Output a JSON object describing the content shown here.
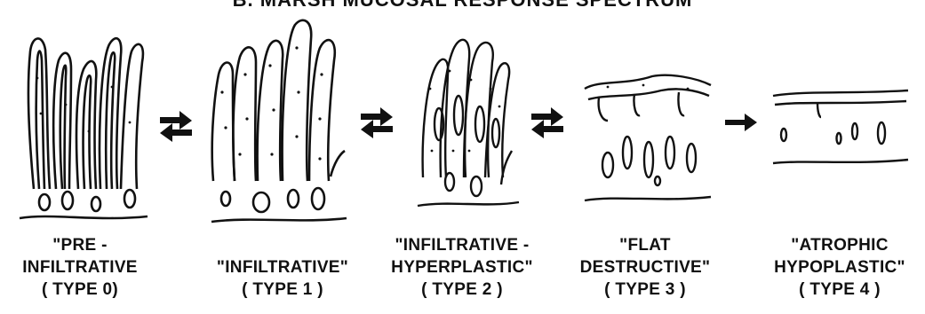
{
  "title_fragment": "B. MARSH MUCOSAL RESPONSE SPECTRUM",
  "stages": [
    {
      "id": "type0",
      "line1": "\"PRE -",
      "line2": "INFILTRATIVE",
      "line3": "( TYPE  0)"
    },
    {
      "id": "type1",
      "line1": "",
      "line2": "\"INFILTRATIVE\"",
      "line3": "( TYPE 1 )"
    },
    {
      "id": "type2",
      "line1": "\"INFILTRATIVE -",
      "line2": "HYPERPLASTIC\"",
      "line3": "( TYPE 2 )"
    },
    {
      "id": "type3",
      "line1": "\"FLAT",
      "line2": "DESTRUCTIVE\"",
      "line3": "( TYPE 3 )"
    },
    {
      "id": "type4",
      "line1": "\"ATROPHIC",
      "line2": "HYPOPLASTIC\"",
      "line3": "( TYPE 4 )"
    }
  ],
  "arrows": [
    "reversible",
    "reversible",
    "reversible",
    "forward"
  ],
  "colors": {
    "ink": "#111111",
    "background": "#ffffff"
  }
}
